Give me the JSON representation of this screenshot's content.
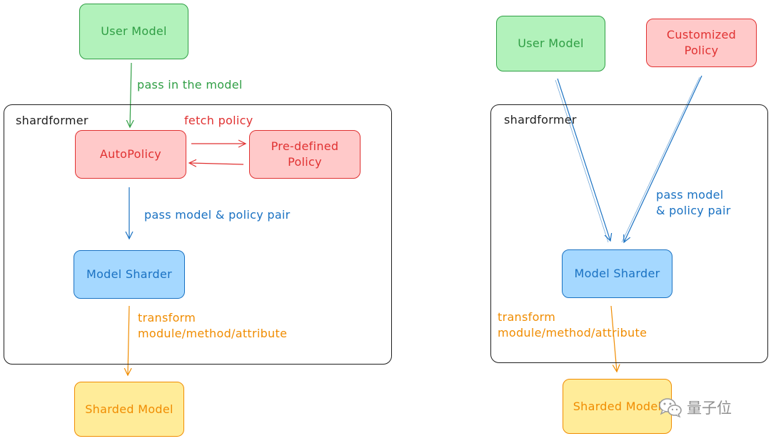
{
  "left": {
    "user_model": "User Model",
    "pass_in_label": "pass in the model",
    "container_title": "shardformer",
    "fetch_policy_label": "fetch policy",
    "auto_policy": "AutoPolicy",
    "predefined_policy_line1": "Pre-defined",
    "predefined_policy_line2": "Policy",
    "pass_pair_label": "pass model & policy pair",
    "model_sharder": "Model Sharder",
    "transform_line1": "transform",
    "transform_line2": "module/method/attribute",
    "sharded_model": "Sharded Model"
  },
  "right": {
    "user_model": "User Model",
    "customized_policy_line1": "Customized",
    "customized_policy_line2": "Policy",
    "container_title": "shardformer",
    "pass_pair_line1": "pass model",
    "pass_pair_line2": "& policy pair",
    "model_sharder": "Model Sharder",
    "transform_line1": "transform",
    "transform_line2": "module/method/attribute",
    "sharded_model": "Sharded Model"
  },
  "watermark": {
    "icon": "wechat-icon",
    "text": "量子位"
  },
  "colors": {
    "green": "#2f9e44",
    "red": "#e03131",
    "blue": "#1971c2",
    "orange": "#f08c00",
    "dark": "#1e1e1e"
  }
}
